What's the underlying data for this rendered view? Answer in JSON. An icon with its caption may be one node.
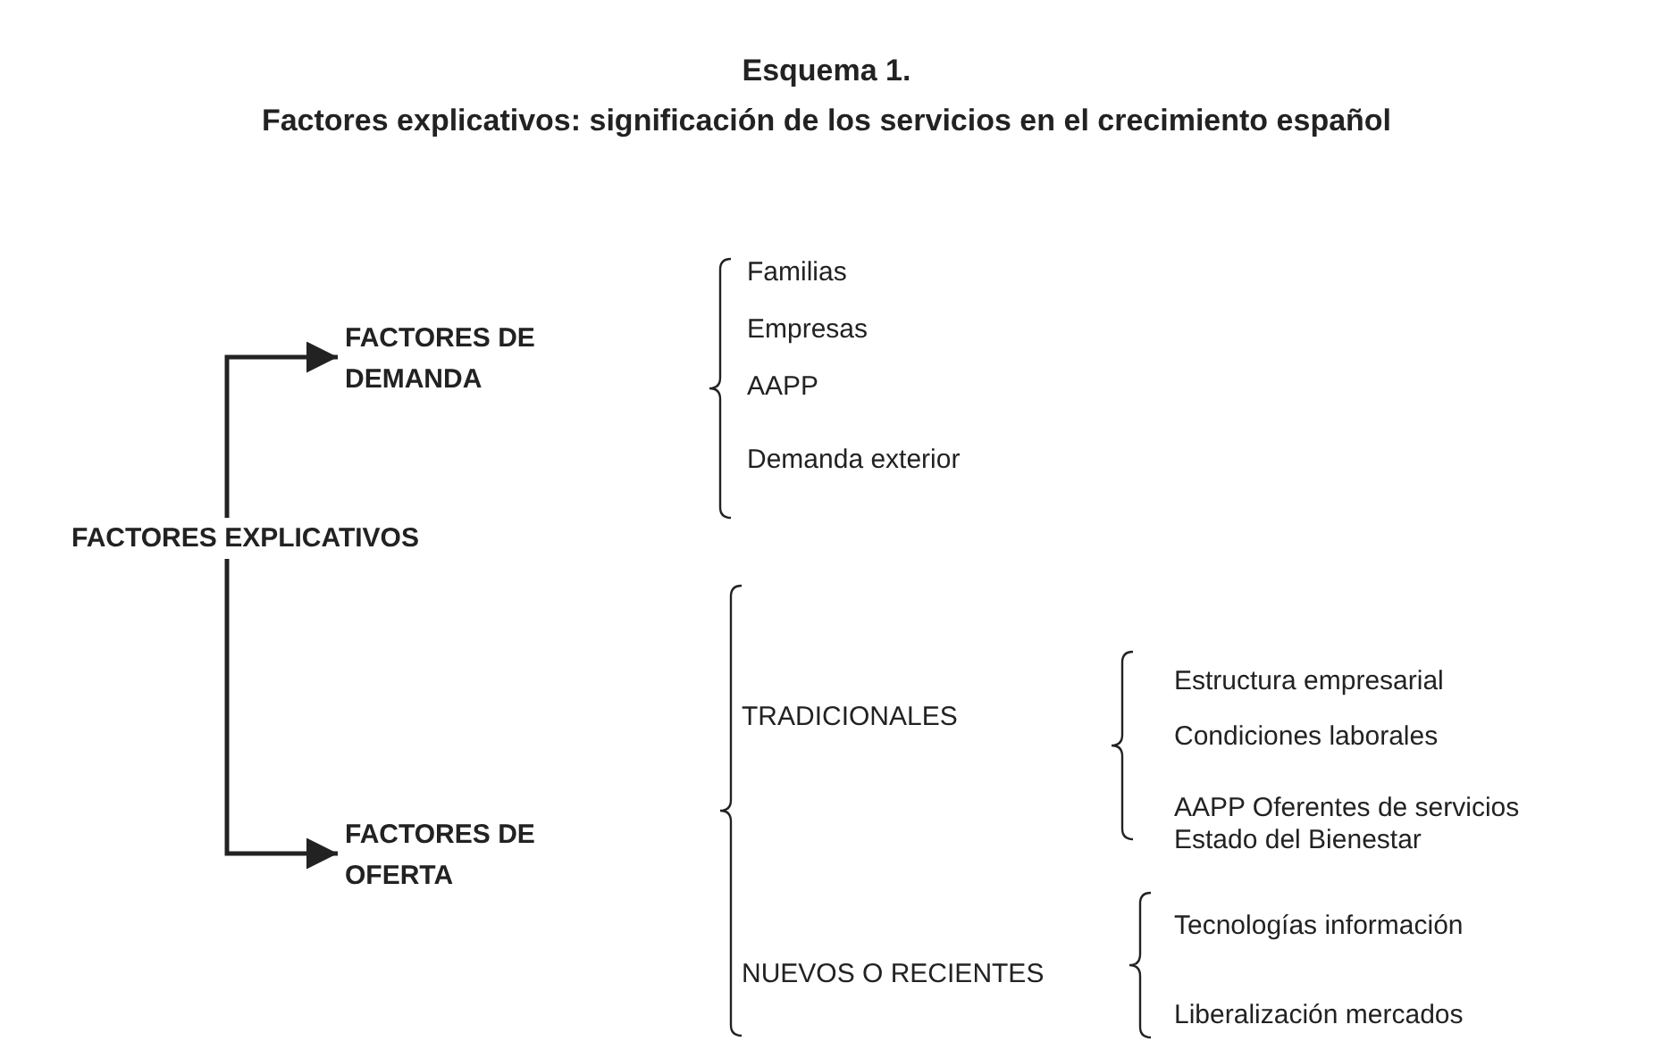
{
  "diagram": {
    "title": "Esquema 1. Factores explicativos: significación de los servicios en el crecimiento español",
    "nodes": [
      {
        "text": [
          "FACTORES DE DEMANDA"
        ]
      },
      {
        "text": [
          "FACTORES EXPLICATIVOS"
        ]
      },
      {
        "text": [
          "FACTORES DE OFERTA"
        ]
      }
    ],
    "edges": [
      {
        "from": 1,
        "to": 0,
        "arrow": "to"
      },
      {
        "from": 1,
        "to": 2,
        "arrow": "to"
      }
    ],
    "labels": [
      "Familias",
      "Empresas",
      "AAPP",
      "Demanda exterior",
      "TRADICIONALES",
      "Estructura empresarial",
      "Condiciones laborales",
      "AAPP Oferentes de servicios Estado del Bienestar",
      "NUEVOS O RECIENTES",
      "Tecnologías información",
      "Liberalización mercados"
    ]
  }
}
